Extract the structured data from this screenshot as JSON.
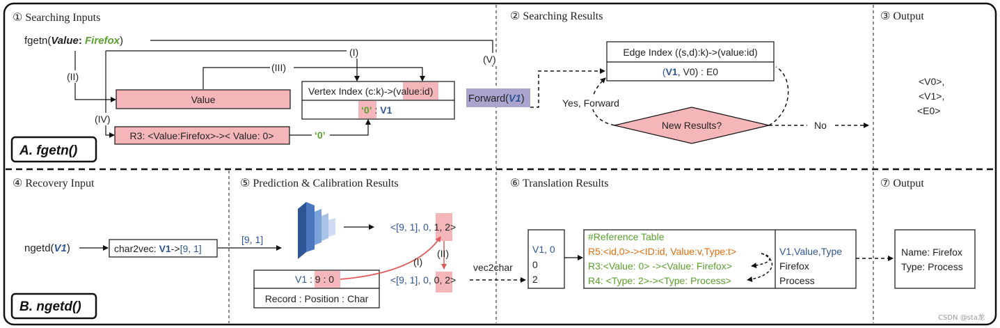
{
  "panels": {
    "p1": "① Searching Inputs",
    "p2": "② Searching Results",
    "p3": "③ Output",
    "p4": "④ Recovery Input",
    "p5": "⑤ Prediction & Calibration Results",
    "p6": "⑥ Translation Results",
    "p7": "⑦ Output"
  },
  "section_labels": {
    "a": "A. fgetn()",
    "b": "B. ngetd()"
  },
  "fgetn": {
    "call_pre": "fgetn(",
    "call_arg": "Value",
    "call_colon": ": ",
    "call_val": "Firefox",
    "call_post": ")",
    "value_box": "Value",
    "r3_box": "R3: <Value:Firefox>->< Value: 0>",
    "zero_quote": "‘0’",
    "vertex_header_pre": "Vertex Index (c:k)->",
    "vertex_header_hl": "(value:id)",
    "vertex_key": "‘0’",
    "vertex_sep": " : ",
    "vertex_val": "V1",
    "forward_pre": "Forward(",
    "forward_arg": "V1",
    "forward_post": ")",
    "steps": {
      "i": "(I)",
      "ii": "(II)",
      "iii": "(III)",
      "iv": "(IV)",
      "v": "(V)"
    }
  },
  "search_results": {
    "edge_header": "Edge Index ((s,d):k)->(value:id)",
    "edge_v1": "V1",
    "edge_rest": ", V0) : E0",
    "edge_open": "(",
    "new_results": "New Results?",
    "yes_forward": "Yes, Forward",
    "no": "No"
  },
  "output1": [
    "<V0>,",
    "<V1>,",
    "<E0>"
  ],
  "ngetd": {
    "call_pre": "ngetd(",
    "call_arg": "V1",
    "call_post": ")",
    "char2vec_pre": "char2vec: ",
    "char2vec_v1": "V1",
    "char2vec_mid": "->",
    "char2vec_vec": "[9, 1]",
    "vec_label": "[9, 1]",
    "pred_top_pre": "<[9, 1], 0, ",
    "pred_top_hl": "1",
    "pred_top_post": ", 2>",
    "pred_bot_pre": "<[9, 1], 0, ",
    "pred_bot_hl": "0",
    "pred_bot_post": ", 2>",
    "record_v1": "V1",
    "record_sep": " : ",
    "record_val": "9 : 0",
    "record_caption": "Record : Position : Char",
    "step_i": "(I)",
    "step_ii": "(II)",
    "vec2char": "vec2char"
  },
  "translation": {
    "ids": [
      "V1, 0",
      "0",
      "2"
    ],
    "ref_title": "#Reference Table",
    "ref_rows": [
      "R5:<id,0>-><ID:id, Value:v,Type:t>",
      "R3:<Value: 0> -><Value: Firefox>",
      "R4: <Type: 2>-><Type: Process>"
    ],
    "right_rows": [
      "V1,Value,Type",
      "Firefox",
      "Process"
    ]
  },
  "output2": [
    "Name: Firefox",
    "Type: Process"
  ],
  "watermark": "CSDN @sta龙",
  "colors": {
    "blue": "#2f5597",
    "green": "#5aa02c",
    "orange": "#e46c0a",
    "pink": "#f4b6b8",
    "lavender": "#a9a5cf"
  }
}
